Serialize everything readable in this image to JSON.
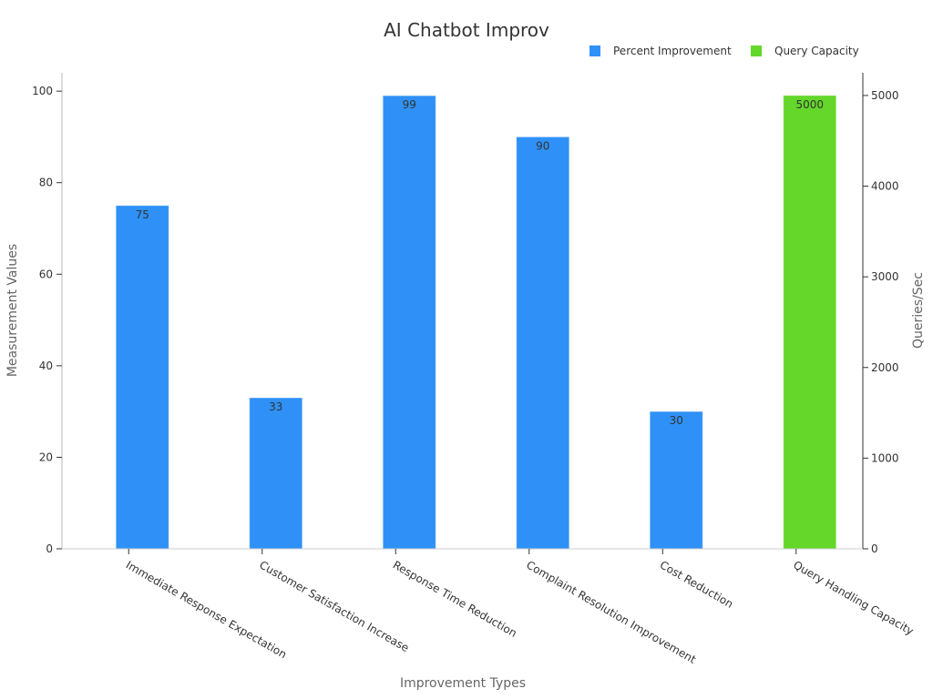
{
  "chart_data": {
    "type": "bar",
    "title": "AI Chatbot Improv",
    "xlabel": "Improvement Types",
    "ylabel": "Measurement Values",
    "y2label": "Queries/Sec",
    "categories": [
      "Immediate Response Expectation",
      "Customer Satisfaction Increase",
      "Response Time Reduction",
      "Complaint Resolution Improvement",
      "Cost Reduction",
      "Query Handling Capacity"
    ],
    "ylim": [
      0,
      104
    ],
    "y2lim": [
      0,
      5250
    ],
    "yticks": [
      0,
      20,
      40,
      60,
      80,
      100
    ],
    "y2ticks": [
      0,
      1000,
      2000,
      3000,
      4000,
      5000
    ],
    "series": [
      {
        "name": "Percent Improvement",
        "axis": "left",
        "color": "#2f91f7",
        "values": [
          75,
          33,
          99,
          90,
          30,
          null
        ]
      },
      {
        "name": "Query Capacity",
        "axis": "right",
        "color": "#64d72a",
        "values": [
          null,
          null,
          null,
          null,
          null,
          5000
        ]
      }
    ],
    "legend_position": "top-right",
    "grid": false
  }
}
